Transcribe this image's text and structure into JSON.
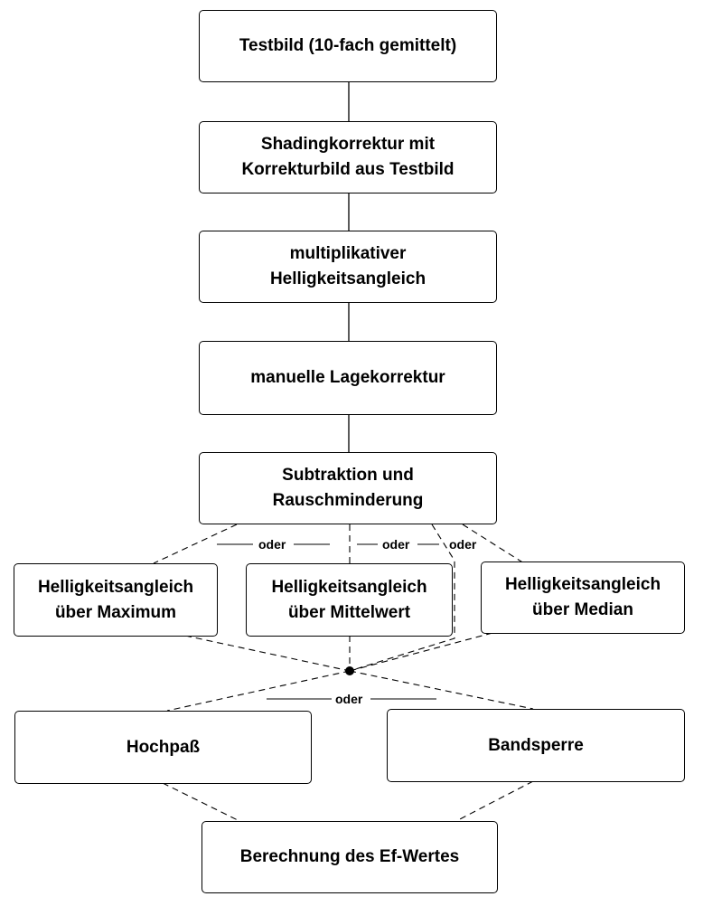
{
  "diagram": {
    "steps": {
      "testbild": "Testbild (10-fach gemittelt)",
      "shading": "Shadingkorrektur mit\nKorrekturbild aus Testbild",
      "multiplikativ": "multiplikativer\nHelligkeitsangleich",
      "lagekorrektur": "manuelle Lagekorrektur",
      "subtraktion": "Subtraktion und\nRauschminderung",
      "maximum": "Helligkeitsangleich\nüber Maximum",
      "mittelwert": "Helligkeitsangleich\nüber Mittelwert",
      "median": "Helligkeitsangleich\nüber Median",
      "hochpass": "Hochpaß",
      "bandsperre": "Bandsperre",
      "berechnung": "Berechnung des Ef-Wertes"
    },
    "connector_label": "oder",
    "colors": {
      "line": "#000000",
      "box_border": "#000000",
      "background": "#ffffff"
    }
  }
}
